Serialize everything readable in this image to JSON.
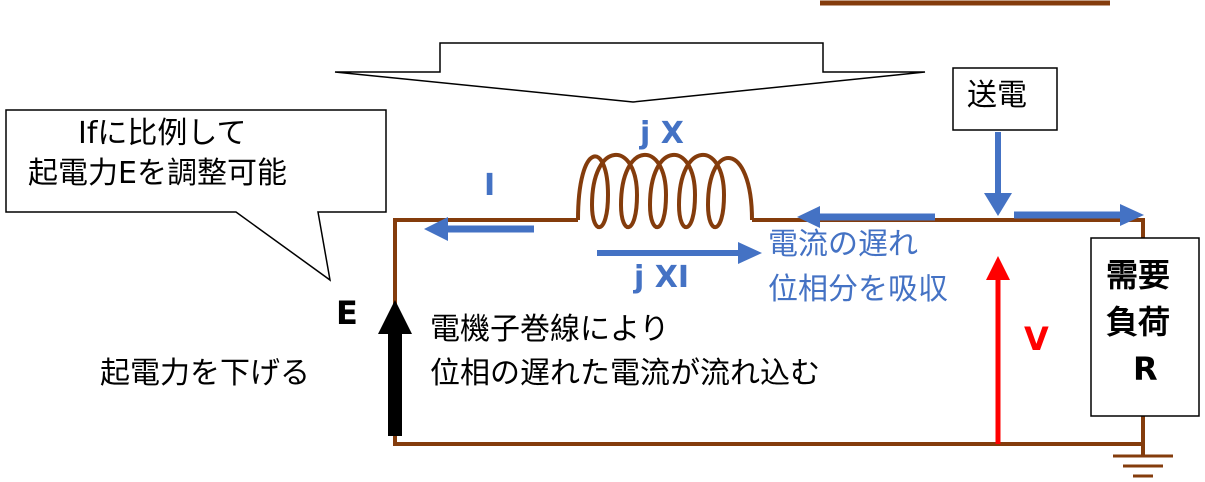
{
  "callout": {
    "line1": "Ifに比例して",
    "line2": "起電力Eを調整可能"
  },
  "transmission_label": "送電",
  "reactance_label": "j X",
  "current_label": "I",
  "voltage_drop_label": "j XI",
  "absorb_text": {
    "line1": "電流の遅れ",
    "line2": "位相分を吸収"
  },
  "emf_label": "E",
  "lower_emf_text": "起電力を下げる",
  "winding_text": {
    "line1": "電機子巻線により",
    "line2": "位相の遅れた電流が流れ込む"
  },
  "terminal_voltage_label": "V",
  "load": {
    "line1": "需要",
    "line2": "負荷",
    "line3": "R"
  },
  "colors": {
    "wire": "#843C0C",
    "blue": "#4472C4",
    "red": "#FF0000",
    "black": "#000000"
  }
}
